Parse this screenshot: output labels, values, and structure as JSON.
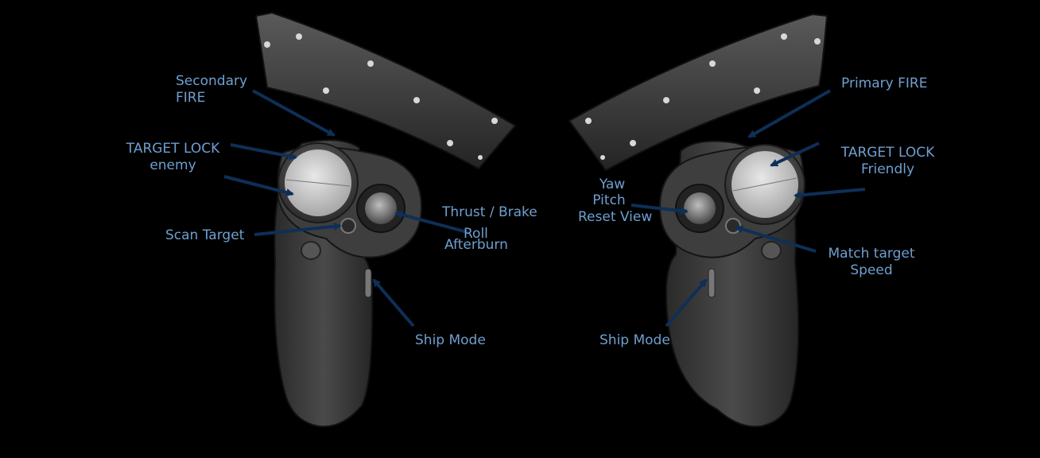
{
  "colors": {
    "background": "#000000",
    "label": "#6f9fd0",
    "arrow": "#0e2f57",
    "controller_body": "#3a3a3a",
    "controller_ring": "#2b2b2b",
    "touchpad": "#cfcfcf"
  },
  "left_controller": {
    "secondary_fire": [
      "Secondary",
      "FIRE"
    ],
    "target_lock_enemy": [
      "TARGET LOCK",
      "enemy"
    ],
    "scan_target": "Scan Target",
    "thrust_brake": "Thrust / Brake",
    "roll": "Roll",
    "afterburn": "Afterburn",
    "ship_mode": "Ship Mode"
  },
  "right_controller": {
    "primary_fire": "Primary FIRE",
    "target_lock_friendly": [
      "TARGET LOCK",
      "Friendly"
    ],
    "yaw": "Yaw",
    "pitch": "Pitch",
    "reset_view": "Reset View",
    "match_target_speed": [
      "Match target",
      "Speed"
    ],
    "ship_mode": "Ship Mode"
  }
}
